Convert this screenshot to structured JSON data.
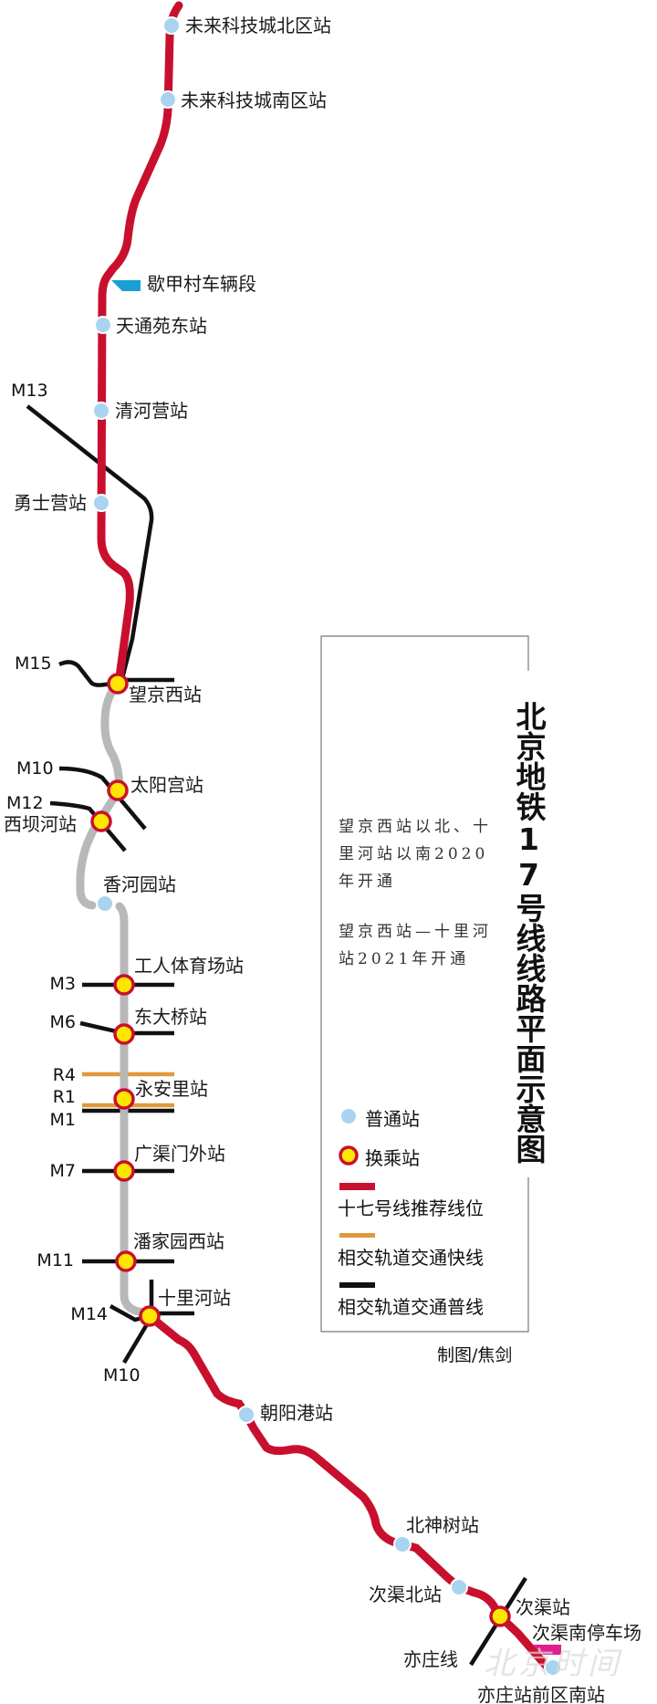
{
  "title": "北京地铁17号线线路平面示意图",
  "notes": [
    "望京西站以北、十里河站以南2020年开通",
    "望京西站—十里河站2021年开通"
  ],
  "stations": {
    "s1": "未来科技城北区站",
    "s2": "未来科技城南区站",
    "depot1": "歇甲村车辆段",
    "s3": "天通苑东站",
    "s4": "清河营站",
    "s5": "勇士营站",
    "s6": "望京西站",
    "s7": "太阳宫站",
    "s8": "西坝河站",
    "s9": "香河园站",
    "s10": "工人体育场站",
    "s11": "东大桥站",
    "s12": "永安里站",
    "s13": "广渠门外站",
    "s14": "潘家园西站",
    "s15": "十里河站",
    "s16": "朝阳港站",
    "s17": "北神树站",
    "s18": "次渠北站",
    "s19": "次渠站",
    "depot2": "次渠南停车场",
    "s20": "亦庄站前区南站"
  },
  "crossing_lines": {
    "m13": "M13",
    "m15": "M15",
    "m10a": "M10",
    "m12": "M12",
    "m3": "M3",
    "m6": "M6",
    "r4": "R4",
    "r1": "R1",
    "m1": "M1",
    "m7": "M7",
    "m11": "M11",
    "m14": "M14",
    "m10b": "M10",
    "yizhuang": "亦庄线"
  },
  "legend": {
    "normal_station": "普通站",
    "interchange_station": "换乘站",
    "line17": "十七号线推荐线位",
    "express": "相交轨道交通快线",
    "regular": "相交轨道交通普线"
  },
  "credit": "制图/焦剑",
  "watermark": "北京时间",
  "colors": {
    "line17": "#c8102e",
    "line17_2021_section": "#b8b8b8",
    "normal_station": "#a8d4ef",
    "interchange_fill": "#ffe600",
    "express_line": "#e0993a",
    "regular_line": "#111111",
    "vehicle_depot": "#1a9fd4",
    "parking_lot": "#e0208c"
  }
}
